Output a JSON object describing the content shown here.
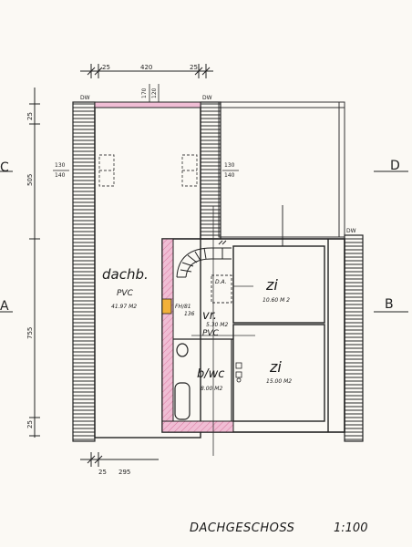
{
  "title": "DACHGESCHOSS",
  "scale": "1:100",
  "section_markers": {
    "c": "C",
    "d": "D",
    "a": "A",
    "b": "B"
  },
  "top_dimensions": {
    "left": "25",
    "middle": "420",
    "right": "25"
  },
  "top_mini_dimensions": {
    "a": "170",
    "b": "120"
  },
  "left_dimensions": {
    "top": "25",
    "upper": "505",
    "lower": "755",
    "bottom": "25"
  },
  "bottom_dimensions": {
    "left": "25",
    "right": "295"
  },
  "window_labels": {
    "left_top": "DW",
    "right_top": "DW",
    "right_mid": "DW"
  },
  "window_sizes": {
    "left": [
      "130",
      "140"
    ],
    "right": [
      "130",
      "140"
    ]
  },
  "rooms": {
    "dachboden": {
      "name": "dachb.",
      "floor": "PVC",
      "area": "41.97 M2"
    },
    "zimmer_1": {
      "name": "zi",
      "area": "10.60 M 2"
    },
    "zimmer_2": {
      "name": "zi",
      "area": "15.00 M2"
    },
    "vorraum": {
      "name": "vr.",
      "floor": "PVC",
      "area": "5.30 M2"
    },
    "bad_wc": {
      "name": "b/wc",
      "area": "8.00 M2"
    }
  },
  "annotations": {
    "door_a": "FH/81",
    "door_b": "136",
    "dachausstieg": "D.A."
  },
  "colors": {
    "ink": "#1f1f1f",
    "pink_wall": "#e8a7c4",
    "orange": "#f2b13a"
  }
}
